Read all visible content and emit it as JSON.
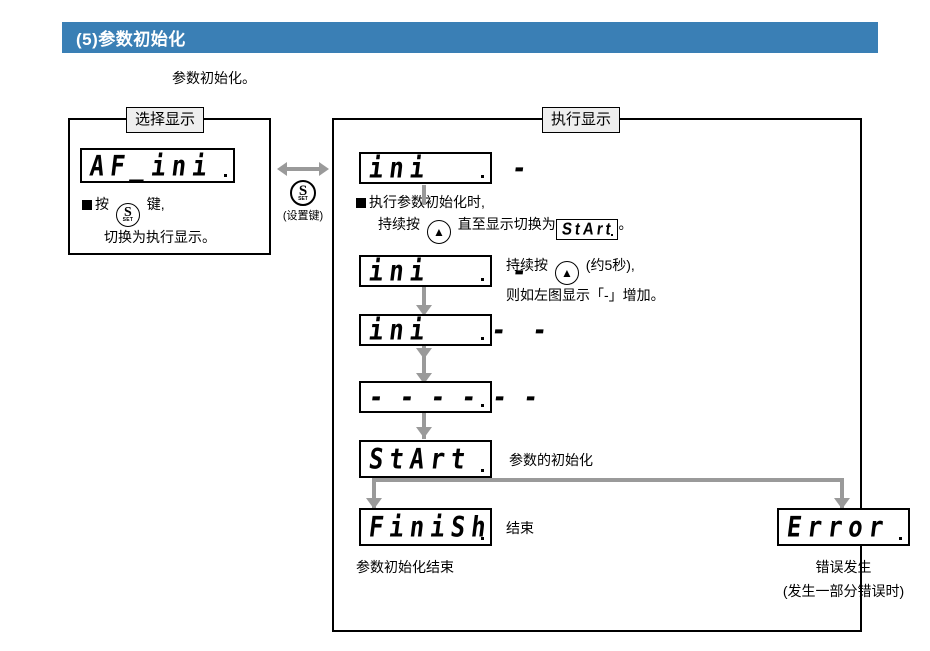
{
  "section": {
    "title": "(5)参数初始化",
    "bar_color": "#3a7fb5",
    "intro": "参数初始化。"
  },
  "select_panel": {
    "tab_label": "选择显示",
    "lcd": "AF_ini",
    "note_line1_prefix": "按",
    "note_line1_suffix": "键,",
    "note_line2": "切换为执行显示。",
    "key_icon": {
      "main": "S",
      "sub": "SET"
    }
  },
  "set_key": {
    "icon": {
      "main": "S",
      "sub": "SET"
    },
    "label": "(设置键)",
    "arrow_color": "#9a9a9a"
  },
  "exec_panel": {
    "tab_label": "执行显示",
    "displays": [
      {
        "name": "ini-dash",
        "text": "ini    -"
      },
      {
        "name": "ini-dash-2",
        "text": "ini    -"
      },
      {
        "name": "ini-dash-dash",
        "text": "ini   - -"
      },
      {
        "name": "all-dashes",
        "text": "- - - - - -"
      },
      {
        "name": "start",
        "text": "StArt"
      },
      {
        "name": "finish",
        "text": "FiniSh"
      },
      {
        "name": "error",
        "text": "Error"
      }
    ],
    "note1": {
      "line1": "执行参数初始化时,",
      "line2_a": "持续按",
      "line2_b": "直至显示切换为",
      "inline_lcd": "StArt",
      "line2_c": "。"
    },
    "note2": {
      "line1_a": "持续按",
      "line1_b": "(约5秒),",
      "line2": "则如左图显示「-」增加。"
    },
    "start_caption": "参数的初始化",
    "finish_caption": "结束",
    "finish_sub_caption": "参数初始化结束",
    "error_caption_line1": "错误发生",
    "error_caption_line2": "(发生一部分错误时)"
  }
}
